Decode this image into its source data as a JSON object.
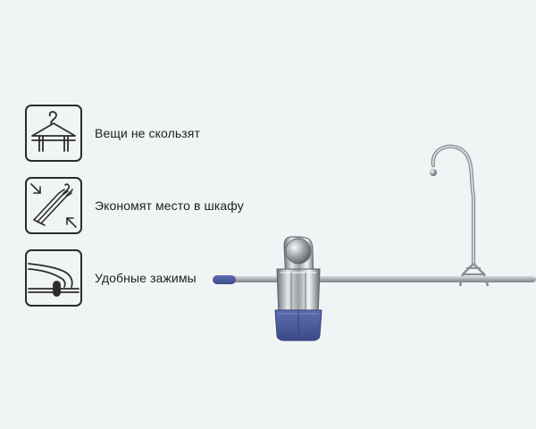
{
  "features": [
    {
      "icon": "hanger-non-slip-icon",
      "label": "Вещи не скользят"
    },
    {
      "icon": "compact-stacked-hangers-icon",
      "label": "Экономят место в шкафу"
    },
    {
      "icon": "clip-grip-icon",
      "label": "Удобные зажимы"
    }
  ],
  "product": {
    "name": "clip-hanger",
    "accent_color": "#4a5a9c",
    "metal_color": "#b8bcc2"
  },
  "colors": {
    "background": "#f1f4f5",
    "icon_stroke": "#2c2c2c",
    "text": "#1f1f1f"
  }
}
